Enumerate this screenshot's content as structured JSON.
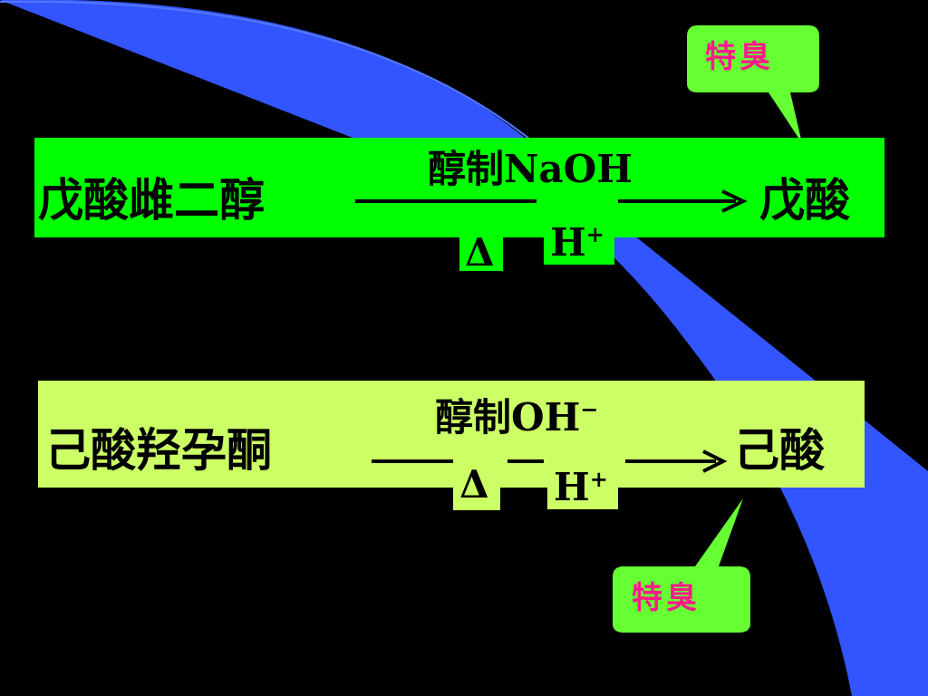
{
  "colors": {
    "background": "#000000",
    "bright_green": "#00ff00",
    "light_green": "#ccff66",
    "callout_green": "#66ff33",
    "blue_accent": "#3355ff",
    "label_pink": "#ff1a8c"
  },
  "reaction1": {
    "reactant": "戊酸雌二醇",
    "condition_top": "醇制NaOH",
    "condition_heat": "Δ",
    "condition_acid": "H",
    "condition_acid_sup": "+",
    "product": "戊酸"
  },
  "reaction2": {
    "reactant": "己酸羟孕酮",
    "condition_top": "醇制OH",
    "condition_top_sup": "−",
    "condition_heat": "Δ",
    "condition_acid": "H",
    "condition_acid_sup": "+",
    "product": "己酸"
  },
  "callout_top": {
    "text": "特臭"
  },
  "callout_bottom": {
    "text": "特臭"
  }
}
